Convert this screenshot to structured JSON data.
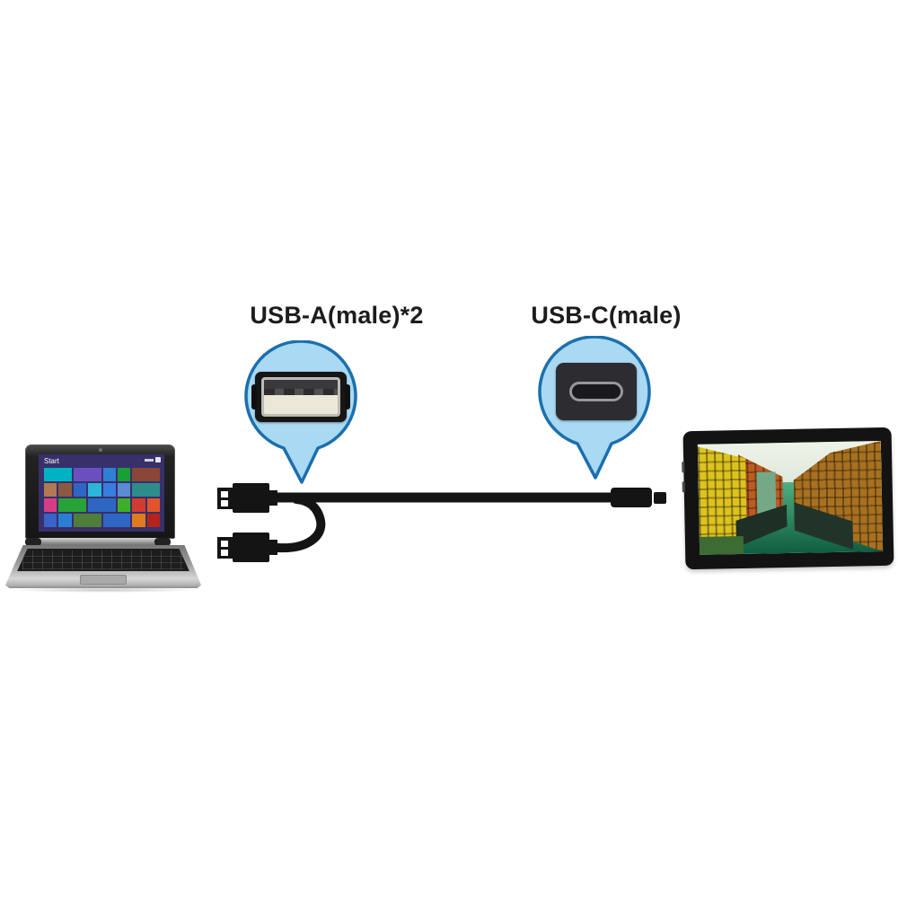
{
  "labels": {
    "usb_a": "USB-A(male)*2",
    "usb_c": "USB-C(male)"
  },
  "callout": {
    "fill": "#a9d9f3",
    "stroke": "#1c6fad"
  },
  "cable": {
    "color": "#141414",
    "plug_pin_color": "#ffffff"
  },
  "laptop": {
    "screen_title": "Start",
    "screen_bg": "#37306b",
    "tiles": [
      {
        "c": "#00b3c4",
        "s": 2
      },
      {
        "c": "#6a4fc1",
        "s": 2
      },
      {
        "c": "#2f7fd6",
        "s": 1
      },
      {
        "c": "#16a036",
        "s": 1
      },
      {
        "c": "#8a4638",
        "s": 2
      },
      {
        "c": "#b07a52",
        "s": 1
      },
      {
        "c": "#8a5a40",
        "s": 1
      },
      {
        "c": "#2f66c4",
        "s": 1
      },
      {
        "c": "#2ab6d9",
        "s": 1
      },
      {
        "c": "#3a7de0",
        "s": 1
      },
      {
        "c": "#5b8bd4",
        "s": 1
      },
      {
        "c": "#2e8c8a",
        "s": 2
      },
      {
        "c": "#d63e84",
        "s": 1
      },
      {
        "c": "#27a337",
        "s": 2
      },
      {
        "c": "#2f66c4",
        "s": 2
      },
      {
        "c": "#3fae2a",
        "s": 1
      },
      {
        "c": "#d23b2f",
        "s": 1
      },
      {
        "c": "#e2552c",
        "s": 1
      },
      {
        "c": "#3a62c9",
        "s": 1
      },
      {
        "c": "#2a7fd4",
        "s": 1
      },
      {
        "c": "#4f7d3a",
        "s": 2
      },
      {
        "c": "#2f66c4",
        "s": 2
      },
      {
        "c": "#e07b1f",
        "s": 1
      },
      {
        "c": "#b5231d",
        "s": 1
      }
    ]
  },
  "monitor": {
    "bezel_color": "#131313",
    "scene": [
      {
        "name": "sky",
        "l": 0,
        "t": 0,
        "w": 100,
        "h": 40,
        "grad": [
          "#eef2e6",
          "#dde8dc"
        ]
      },
      {
        "name": "canal-water",
        "l": 0,
        "t": 36,
        "w": 100,
        "h": 64,
        "grad": [
          "#4fae80",
          "#0f5e40"
        ]
      },
      {
        "name": "right-buildings",
        "l": 52,
        "t": 0,
        "w": 48,
        "h": 100,
        "color": "#a9701f",
        "clip": "polygon(100% 0, 100% 100%, 42% 84%, 0 62%, 0 34%, 42% 10%)",
        "texture": "windows"
      },
      {
        "name": "left-houses-row",
        "l": 22,
        "t": 10,
        "w": 24,
        "h": 74,
        "color": "#bd5b22",
        "clip": "polygon(0 0, 100% 28%, 100% 74%, 0 100%)",
        "texture": "windows"
      },
      {
        "name": "green-house",
        "l": 32,
        "t": 26,
        "w": 10,
        "h": 42,
        "color": "#74a886"
      },
      {
        "name": "yellow-house",
        "l": 0,
        "t": 2,
        "w": 26,
        "h": 96,
        "color": "#ddc31e",
        "clip": "polygon(0 0, 100% 12%, 100% 86%, 0 100%)",
        "texture": "windows"
      },
      {
        "name": "boats-left",
        "l": 20,
        "t": 56,
        "w": 28,
        "h": 38,
        "color": "#1e2f26",
        "clip": "polygon(0 36%, 100% 0, 100% 52%, 0 100%)"
      },
      {
        "name": "boats-right",
        "l": 52,
        "t": 54,
        "w": 32,
        "h": 44,
        "color": "#22342a",
        "clip": "polygon(0 0, 100% 42%, 100% 100%, 0 58%)"
      },
      {
        "name": "hedge",
        "l": 0,
        "t": 84,
        "w": 24,
        "h": 16,
        "color": "#3c6b33"
      }
    ]
  }
}
